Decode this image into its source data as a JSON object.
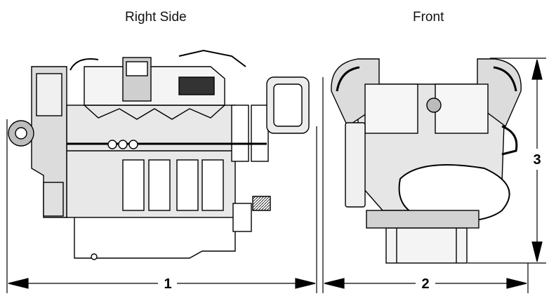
{
  "views": {
    "right_side": {
      "title": "Right Side"
    },
    "front": {
      "title": "Front"
    }
  },
  "dimensions": {
    "d1": {
      "label": "1"
    },
    "d2": {
      "label": "2"
    },
    "d3": {
      "label": "3"
    }
  },
  "colors": {
    "line": "#000000",
    "engine_dark": "#1a1a1a",
    "engine_light": "#ffffff",
    "engine_grey": "#8a8a8a"
  }
}
